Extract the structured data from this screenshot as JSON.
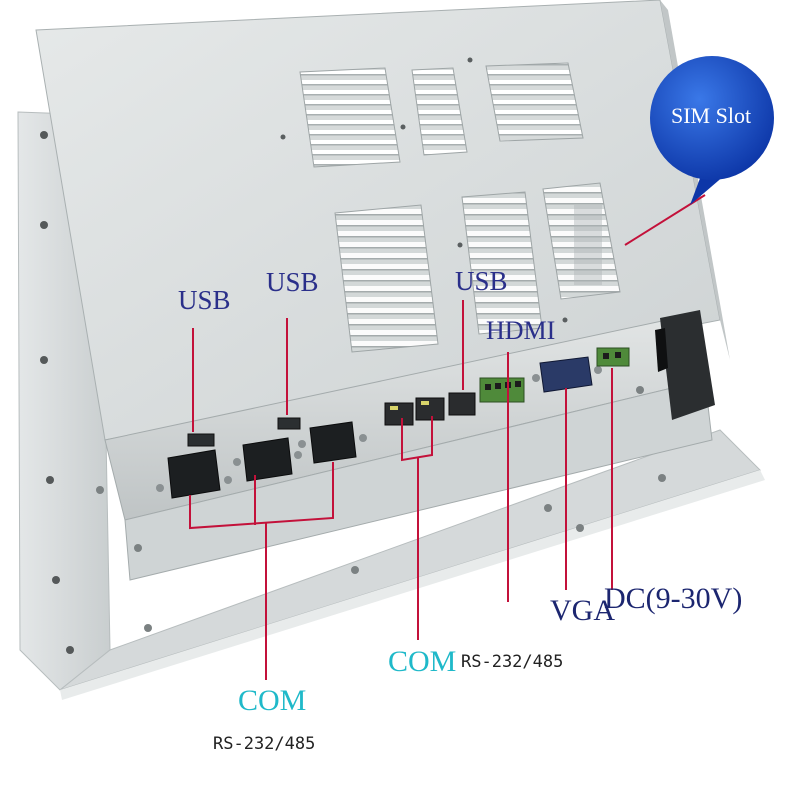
{
  "labels": {
    "sim_slot": "SIM Slot",
    "usb": "USB",
    "hdmi": "HDMI",
    "com": "COM",
    "rs232_485": "RS-232/485",
    "vga": "VGA",
    "dc": "DC(9-30V)"
  },
  "colors": {
    "callout_line": "#c3113a",
    "usb_label": "#2a2f8a",
    "com_label": "#1fb9c9",
    "vga_label": "#1c2670",
    "sim_bubble": "#1646bf"
  }
}
